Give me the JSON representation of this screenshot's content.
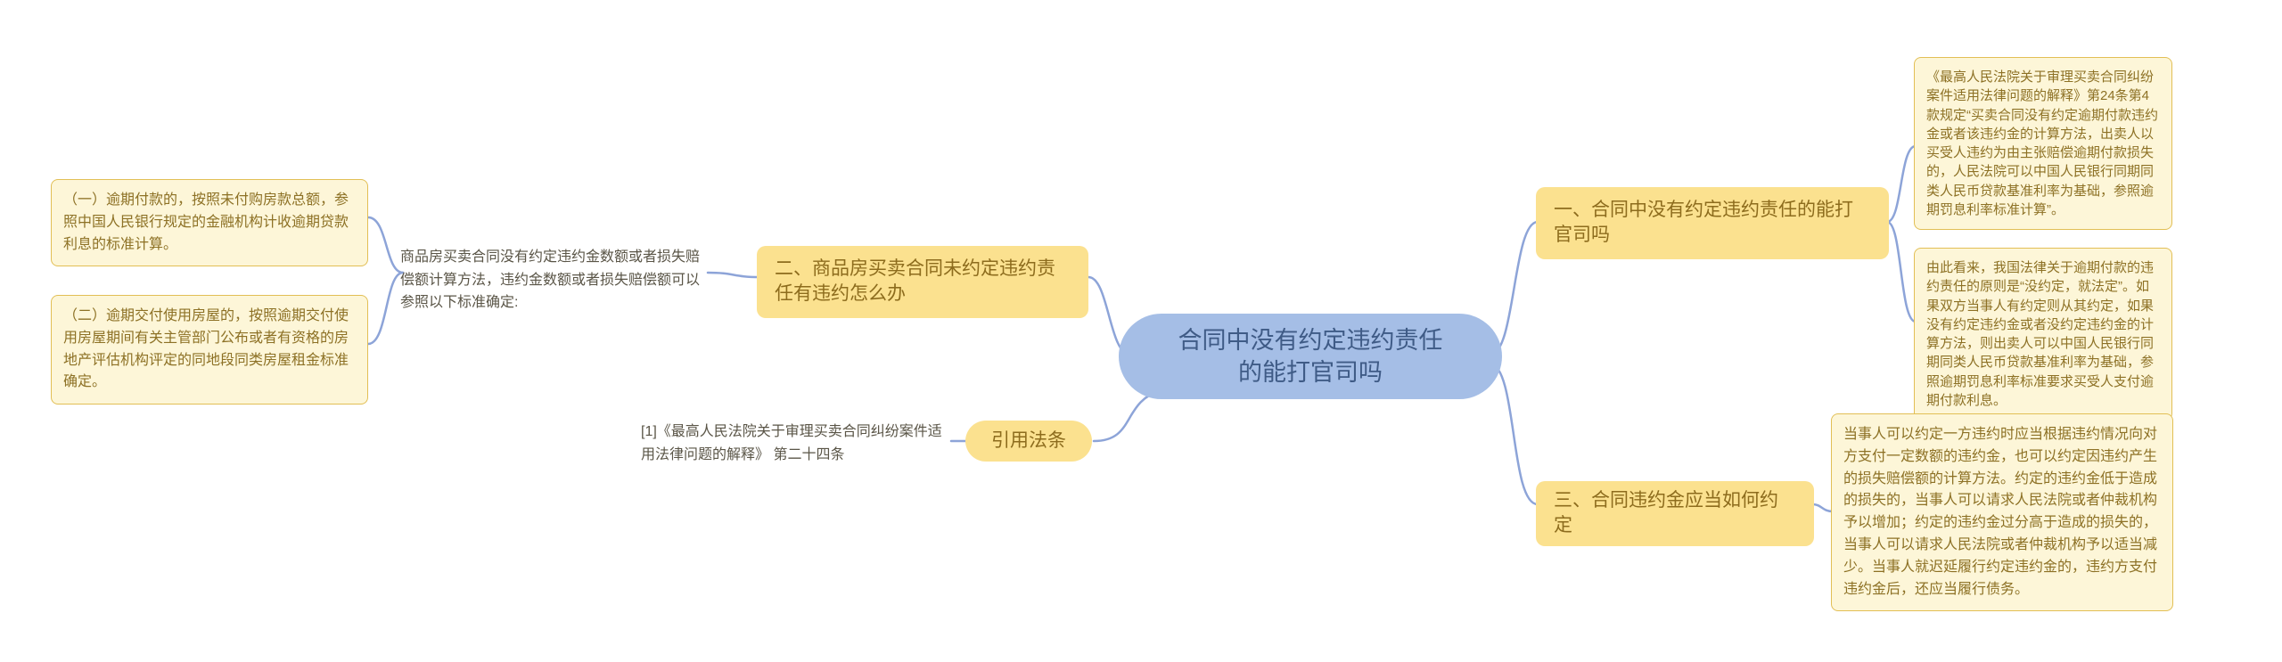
{
  "colors": {
    "canvas-bg": "#ffffff",
    "root-bg": "#a5bee6",
    "root-text": "#3f5b86",
    "branch-bg": "#fbe18f",
    "branch-text": "#8d6c1d",
    "leaf-bg": "#fdf6d8",
    "leaf-border": "#e2bf55",
    "leaf-text": "#8d7125",
    "plain-text": "#5a5547",
    "connector": "#8da4d8"
  },
  "root": {
    "label": "合同中没有约定违约责任的能打官司吗"
  },
  "branch_lawsuit": {
    "label": "一、合同中没有约定违约责任的能打官司吗",
    "law_box": "《最高人民法院关于审理买卖合同纠纷案件适用法律问题的解释》第24条第4款规定“买卖合同没有约定逾期付款违约金或者该违约金的计算方法，出卖人以买受人违约为由主张赔偿逾期付款损失的，人民法院可以中国人民银行同期同类人民币贷款基准利率为基础，参照逾期罚息利率标准计算”。",
    "conclusion_box": "由此看来，我国法律关于逾期付款的违约责任的原则是“没约定，就法定”。如果双方当事人有约定则从其约定，如果没有约定违约金或者没约定违约金的计算方法，则出卖人可以中国人民银行同期同类人民币贷款基准利率为基础，参照逾期罚息利率标准要求买受人支付逾期付款利息。"
  },
  "branch_housing": {
    "label": "二、商品房买卖合同未约定违约责任有违约怎么办",
    "intro_text": "商品房买卖合同没有约定违约金数额或者损失赔偿额计算方法，违约金数额或者损失赔偿额可以参照以下标准确定:",
    "item_overdue_payment": "（一）逾期付款的，按照未付购房款总额，参照中国人民银行规定的金融机构计收逾期贷款利息的标准计算。",
    "item_overdue_delivery": "（二）逾期交付使用房屋的，按照逾期交付使用房屋期间有关主管部门公布或者有资格的房地产评估机构评定的同地段同类房屋租金标准确定。"
  },
  "branch_citation": {
    "label": "引用法条",
    "citation_text": "[1]《最高人民法院关于审理买卖合同纠纷案件适用法律问题的解释》 第二十四条"
  },
  "branch_penalty": {
    "label": "三、合同违约金应当如何约定",
    "detail_box": "当事人可以约定一方违约时应当根据违约情况向对方支付一定数额的违约金，也可以约定因违约产生的损失赔偿额的计算方法。约定的违约金低于造成的损失的，当事人可以请求人民法院或者仲裁机构予以增加；约定的违约金过分高于造成的损失的，当事人可以请求人民法院或者仲裁机构予以适当减少。当事人就迟延履行约定违约金的，违约方支付违约金后，还应当履行债务。"
  }
}
